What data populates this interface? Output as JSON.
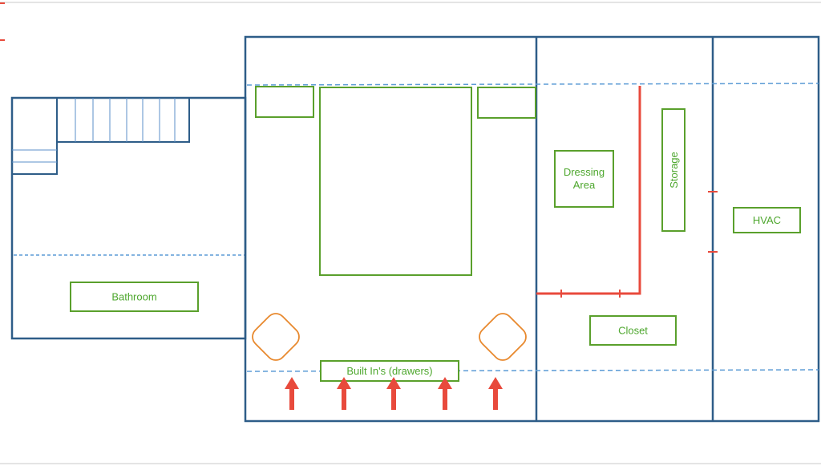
{
  "labels": {
    "bathroom": "Bathroom",
    "dressing_line1": "Dressing",
    "dressing_line2": "Area",
    "storage": "Storage",
    "hvac": "HVAC",
    "closet": "Closet",
    "built_ins": "Built In's (drawers)"
  },
  "colors": {
    "wall": "#2e5d88",
    "furniture": "#5aa02c",
    "dashed_line": "#5b9bd5",
    "red_marker": "#e84a3c",
    "chair": "#e8892e",
    "stairs": "#5b8fc9",
    "border_top": "#c8c8c8"
  },
  "arrow_count": 5
}
